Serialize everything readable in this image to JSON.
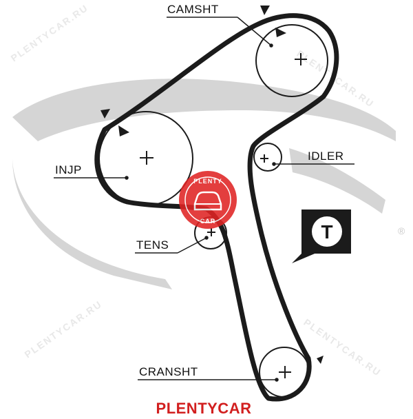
{
  "labels": {
    "camshaft": "CAMSHT",
    "injection_pump": "INJP",
    "idler": "IDLER",
    "tensioner": "TENS",
    "crankshaft": "CRANSHT",
    "tool_badge": "T"
  },
  "watermark": {
    "badge_top": "PLENTY",
    "badge_bottom": "CAR",
    "repeat_text": "PLENTYCAR.RU",
    "registered": "®"
  },
  "footer": {
    "brand": "PLENTYCAR"
  },
  "colors": {
    "belt": "#1b1b1b",
    "logo_swoosh": "#d5d5d5",
    "brand_red": "#d21f1f",
    "badge_red": "#e02424"
  },
  "icons": {
    "pulley_center": "plus-icon",
    "timing_mark": "triangle-mark-icon",
    "tool_badge": "t-square-icon"
  }
}
